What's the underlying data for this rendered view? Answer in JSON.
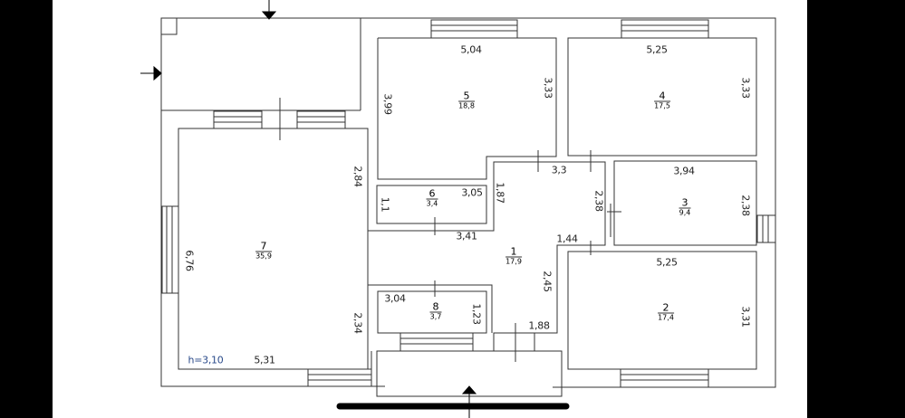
{
  "plan": {
    "height_label": "h=3,10",
    "rooms": {
      "r1": {
        "number": "1",
        "area": "17,9"
      },
      "r2": {
        "number": "2",
        "area": "17,4"
      },
      "r3": {
        "number": "3",
        "area": "9,4"
      },
      "r4": {
        "number": "4",
        "area": "17,5"
      },
      "r5": {
        "number": "5",
        "area": "18,8"
      },
      "r6": {
        "number": "6",
        "area": "3,4"
      },
      "r7": {
        "number": "7",
        "area": "35,9"
      },
      "r8": {
        "number": "8",
        "area": "3,7"
      }
    },
    "dims": {
      "r5_w": "5,04",
      "r5_h": "3,99",
      "r5_h2": "3,33",
      "r4_w": "5,25",
      "r4_h": "3,33",
      "r3_w": "3,94",
      "r3_h": "2,38",
      "r3_h2": "2,38",
      "r2_w": "5,25",
      "r2_h": "3,31",
      "r1_a": "3,3",
      "r1_b": "1,87",
      "r1_c": "3,41",
      "r1_d": "1,44",
      "r1_e": "2,45",
      "r1_f": "1,88",
      "r6_w": "3,05",
      "r6_h": "1,1",
      "r7_a": "2,84",
      "r7_b": "6,76",
      "r7_c": "2,34",
      "r7_d": "5,31",
      "r8_w": "3,04",
      "r8_h": "1,23"
    }
  }
}
